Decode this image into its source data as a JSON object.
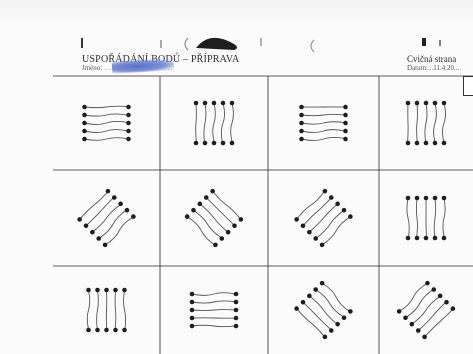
{
  "header": {
    "title": "USPOŘÁDÁNÍ BODŮ – PŘÍPRAVA",
    "name_label": "Jméno:",
    "name_dots": ".........................",
    "exercise_label": "Cvičná strana",
    "date_label": "Datum:",
    "date_value": "...11.4.20..."
  },
  "colors": {
    "ink": "#2a2a2a",
    "stamp": "#3b55b8",
    "pencil": "#555555",
    "dot": "#1e1e1e"
  },
  "worksheet": {
    "rows": 3,
    "columns": 4,
    "exercises": [
      {
        "row": 1,
        "col": 1,
        "pattern": "horizontal-5"
      },
      {
        "row": 1,
        "col": 2,
        "pattern": "vertical-5"
      },
      {
        "row": 1,
        "col": 3,
        "pattern": "horizontal-5"
      },
      {
        "row": 1,
        "col": 4,
        "pattern": "vertical-5"
      },
      {
        "row": 2,
        "col": 1,
        "pattern": "diagonal-up-5"
      },
      {
        "row": 2,
        "col": 2,
        "pattern": "diagonal-down-5"
      },
      {
        "row": 2,
        "col": 3,
        "pattern": "diagonal-up-5"
      },
      {
        "row": 2,
        "col": 4,
        "pattern": "vertical-5"
      },
      {
        "row": 3,
        "col": 1,
        "pattern": "vertical-5"
      },
      {
        "row": 3,
        "col": 2,
        "pattern": "horizontal-5"
      },
      {
        "row": 3,
        "col": 3,
        "pattern": "diagonal-down-5"
      },
      {
        "row": 3,
        "col": 4,
        "pattern": "diagonal-up-5"
      }
    ]
  }
}
